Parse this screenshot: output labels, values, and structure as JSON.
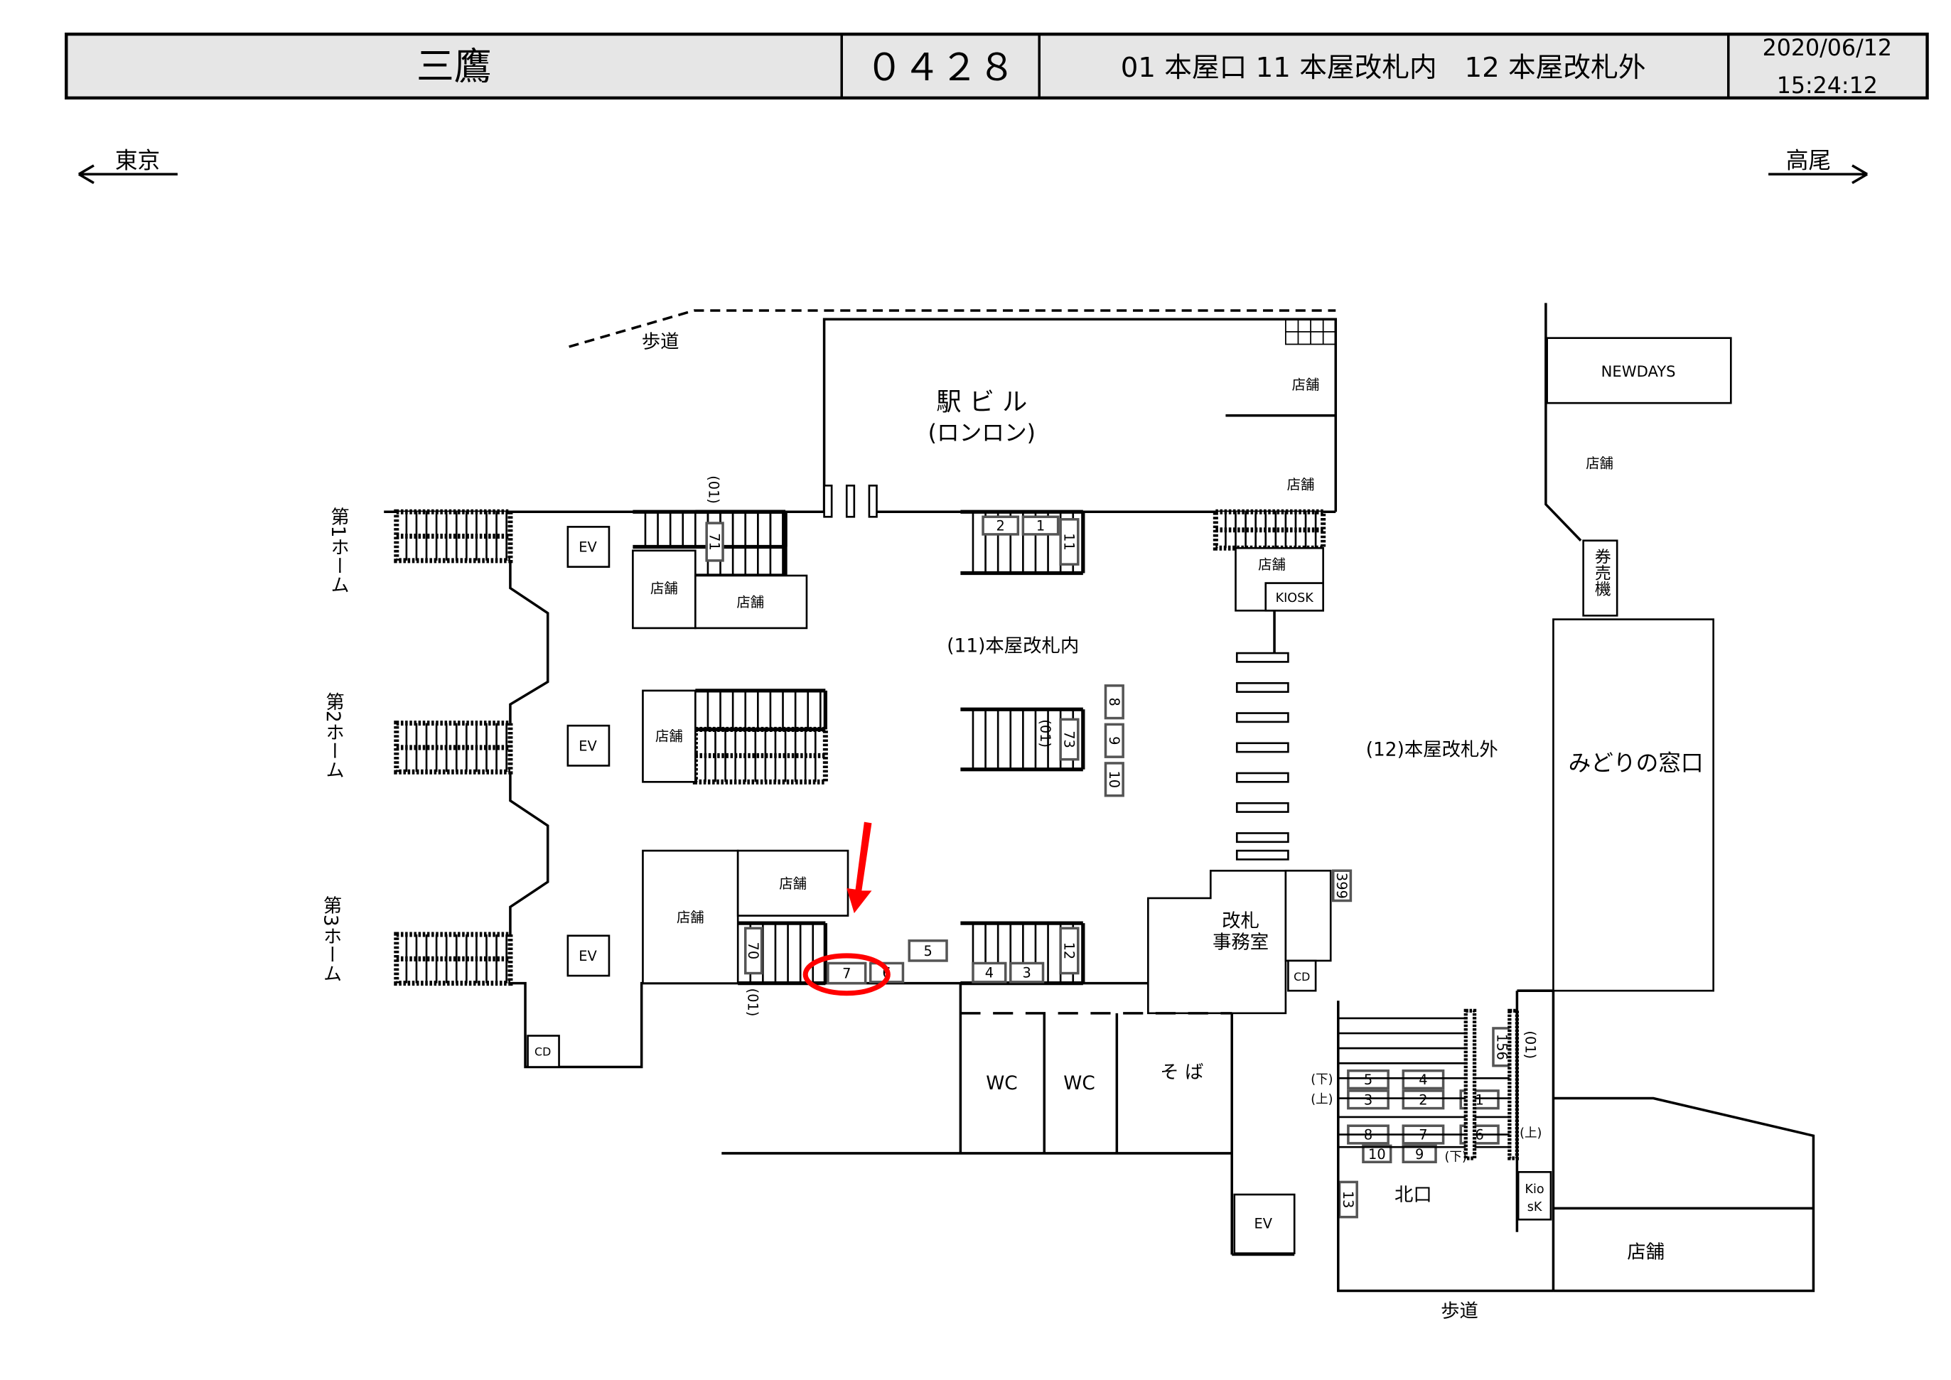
{
  "header": {
    "station": "三鷹",
    "code": "０４２８",
    "exits": "01 本屋口 11 本屋改札内　12 本屋改札外",
    "date": "2020/06/12",
    "time": "15:24:12"
  },
  "directions": {
    "left": "東京",
    "right": "高尾"
  },
  "map": {
    "sidewalk_top": "歩道",
    "sidewalk_bottom": "歩道",
    "station_building": "駅 ビ ル",
    "station_building_sub": "(ロンロン)",
    "shop": "店舗",
    "shop_bold": "店舗",
    "platforms": [
      "第1ホーム",
      "第2ホーム",
      "第3ホーム"
    ],
    "ev": "EV",
    "cd": "CD",
    "kiosk": "KIOSK",
    "kiosk_north": [
      "Kio",
      "sK"
    ],
    "newdays": "NEWDAYS",
    "ticket_machine": "券売機",
    "midori": "みどりの窓口",
    "area_inside": "(11)本屋改札内",
    "area_outside": "(12)本屋改札外",
    "gate_office": [
      "改札",
      "事務室"
    ],
    "wc": "WC",
    "soba": "そ ば",
    "north_exit": "北口",
    "exit_01": "(01)",
    "down": "(下)",
    "up": "(上)",
    "signs": {
      "s71": "71",
      "s70": "70",
      "s73": "73",
      "s11": "11",
      "s12": "12",
      "s1": "1",
      "s2": "2",
      "s3": "3",
      "s4": "4",
      "s5": "5",
      "s6": "6",
      "s7": "7",
      "s8": "8",
      "s9": "9",
      "s10": "10",
      "s13": "13",
      "s156": "156",
      "s399": "399"
    },
    "highlight_color": "#ff0000"
  }
}
